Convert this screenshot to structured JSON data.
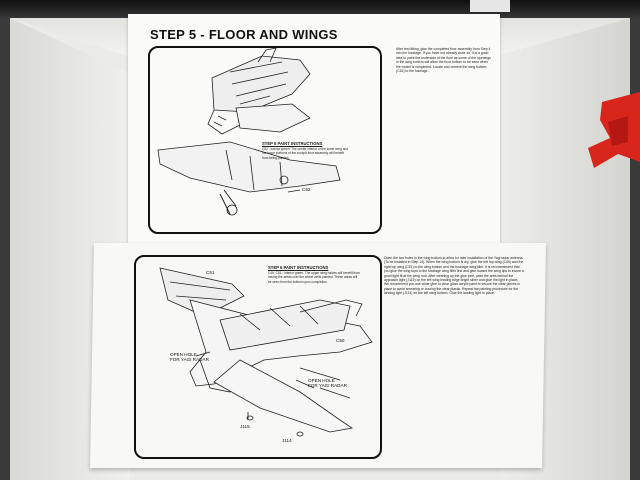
{
  "title": "STEP 5 - FLOOR AND WINGS",
  "top_instructions": "After test fitting, glue the completed floor assembly from Step 4 into the fuselage. If you have not already done so, it is a good idea to paint the underside of the floor as some of the openings in the wing bottom will allow the floor bottom to be seen when the model is completed. Locate and cement the wing bottom (C52) to the fuselage.",
  "top_paint": {
    "heading": "STEP 5 PAINT INSTRUCTIONS",
    "text": "C52 - interior green. The center interior of the lower wing and the lower portions of the cockpit floor assembly will benefit from being painted."
  },
  "top_part_label": "C52",
  "bottom_paint": {
    "heading": "STEP 6 PAINT INSTRUCTIONS",
    "text": "C46, C51 - interior green. The upper wing halves will benefit from having the areas over the wheel wells painted. These areas will be seen from the bottom upon completion."
  },
  "bottom_instructions": "Open the two holes in the wing bottom to allow for later installation of the Yagi radar antenna. (To be installed in Step 14). When the wing bottom is dry, glue the left top wing (C46) and the right top wing (C51) to the wing bottom and the fuselage wing fillet. It is recommended that you glue the wing tops to the fuselage wing fillet first and glue toward the wing tips to insure a good tight fit at the wing root. After cleaning up the glue joint, paint the area behind the approach light (J115) on the left wing leading edge bright silver and glue the light in place. We recommend you use white glue or clear gloss acrylic paint to secure the clear pieces in place to avoid smearing or crazing the clear plastic. Repeat the painting procedure for the landing light (J114) on the left wing bottom. Glue the landing light in place.",
  "labels": {
    "c51": "C51",
    "c50": "C50",
    "hole_left": "OPEN HOLE\nFOR YAGI RADAR",
    "hole_right": "OPEN HOLE\nFOR YAGI RADAR",
    "j115": "J115",
    "j114": "J114"
  }
}
